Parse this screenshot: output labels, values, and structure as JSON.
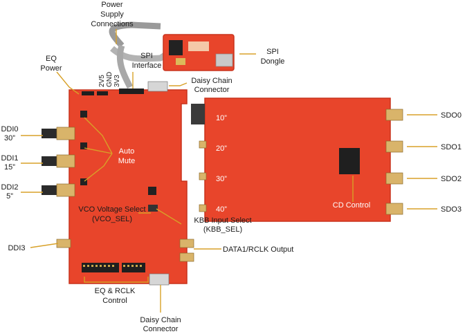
{
  "labels": {
    "power_supply": [
      "Power",
      "Supply",
      "Connections"
    ],
    "eq_power": [
      "EQ",
      "Power"
    ],
    "spi_interface": [
      "SPI",
      "Interface"
    ],
    "spi_dongle": [
      "SPI",
      "Dongle"
    ],
    "daisy_top": [
      "Daisy Chain",
      "Connector"
    ],
    "voltages": [
      "2V5",
      "GND",
      "3V3"
    ],
    "ddi0": [
      "DDI0",
      "30”"
    ],
    "ddi1": [
      "DDI1",
      "15”"
    ],
    "ddi2": [
      "DDI2",
      "5”"
    ],
    "ddi3": "DDI3",
    "auto_mute": [
      "Auto",
      "Mute"
    ],
    "vco": [
      "VCO Voltage Select",
      "(VCO_SEL)"
    ],
    "kbb": [
      "KBB Input Select",
      "(KBB_SEL)"
    ],
    "data1": "DATA1/RCLK Output",
    "eq_rclk": [
      "EQ & RCLK",
      "Control"
    ],
    "daisy_bottom": [
      "Daisy Chain",
      "Connector"
    ],
    "traces": [
      "10”",
      "20”",
      "30”",
      "40”"
    ],
    "cd_control": "CD Control",
    "sdo": [
      "SDO0",
      "SDO1",
      "SDO2",
      "SDO3"
    ]
  },
  "colors": {
    "board": "#e8452b",
    "leader": "#d8a128",
    "text": "#1a1a1a"
  }
}
